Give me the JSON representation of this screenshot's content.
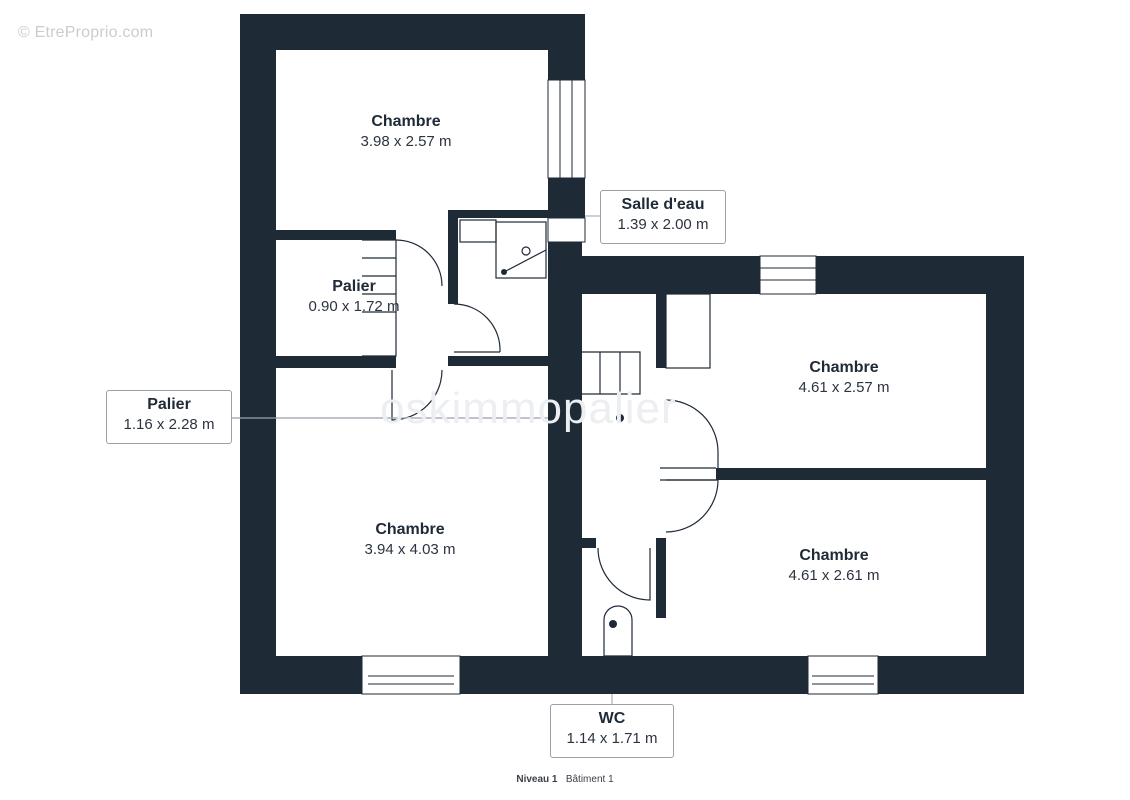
{
  "watermark": "© EtreProprio.com",
  "brand_watermark": "oskimmopalier",
  "colors": {
    "wall": "#1f2a37",
    "line": "#1f2a37",
    "callout_border": "#9aa1aa"
  },
  "rooms": [
    {
      "name": "Chambre",
      "dims": "3.98 x 2.57 m"
    },
    {
      "name": "Palier",
      "dims": "0.90 x 1.72 m"
    },
    {
      "name": "Chambre",
      "dims": "3.94 x 4.03 m"
    },
    {
      "name": "Chambre",
      "dims": "4.61 x 2.57 m"
    },
    {
      "name": "Chambre",
      "dims": "4.61 x 2.61 m"
    }
  ],
  "callouts": [
    {
      "name": "Salle d'eau",
      "dims": "1.39 x 2.00 m"
    },
    {
      "name": "Palier",
      "dims": "1.16 x 2.28 m"
    },
    {
      "name": "WC",
      "dims": "1.14 x 1.71 m"
    }
  ],
  "footer": {
    "level": "Niveau 1",
    "building": "Bâtiment 1"
  }
}
